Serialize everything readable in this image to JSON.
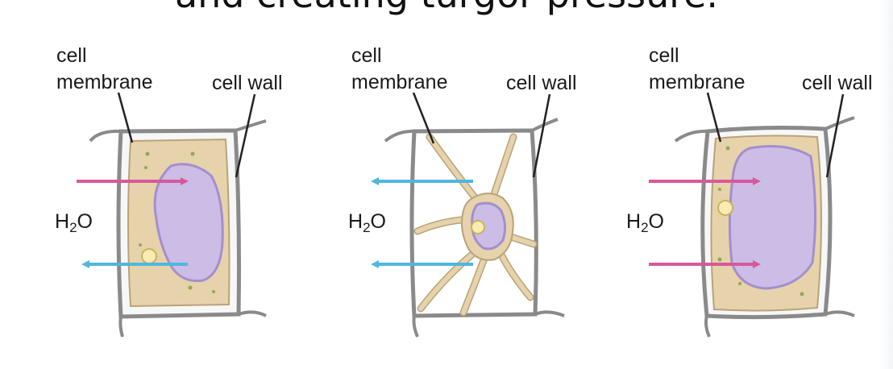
{
  "title": "and creating turgor pressure.",
  "colors": {
    "cytoplasm": "#e6d3ab",
    "cytoplasm_edge": "#b8a37a",
    "vacuole": "#cbbde6",
    "vacuole_edge": "#a48fcc",
    "wall": "#f7f7f7",
    "wall_edge": "#8a8a8a",
    "water_in": "#d9589b",
    "water_out": "#4fb7e0",
    "granule": "#8eaa55"
  },
  "panels": [
    {
      "membrane_label_line1": "cell",
      "membrane_label_line2": "membrane",
      "wall_label": "cell wall",
      "water_label_main": "H",
      "water_label_sub": "2",
      "water_label_end": "O"
    },
    {
      "membrane_label_line1": "cell",
      "membrane_label_line2": "membrane",
      "wall_label": "cell wall",
      "water_label_main": "H",
      "water_label_sub": "2",
      "water_label_end": "O"
    },
    {
      "membrane_label_line1": "cell",
      "membrane_label_line2": "membrane",
      "wall_label": "cell wall",
      "water_label_main": "H",
      "water_label_sub": "2",
      "water_label_end": "O"
    }
  ]
}
